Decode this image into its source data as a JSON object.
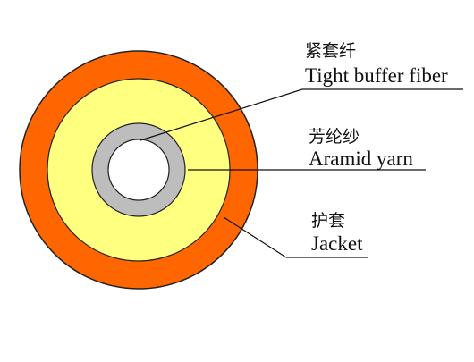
{
  "diagram": {
    "labels": {
      "tight_buffer": {
        "zh": "紧套纤",
        "en": "Tight buffer fiber"
      },
      "aramid": {
        "zh": "芳纶纱",
        "en": "Aramid yarn"
      },
      "jacket": {
        "zh": "护套",
        "en": "Jacket"
      }
    },
    "colors": {
      "jacket": "#FF6600",
      "aramid": "#FFFF80",
      "tight_buffer": "#BDBDBD",
      "core": "#FFFFFF",
      "outline": "#222222"
    }
  }
}
